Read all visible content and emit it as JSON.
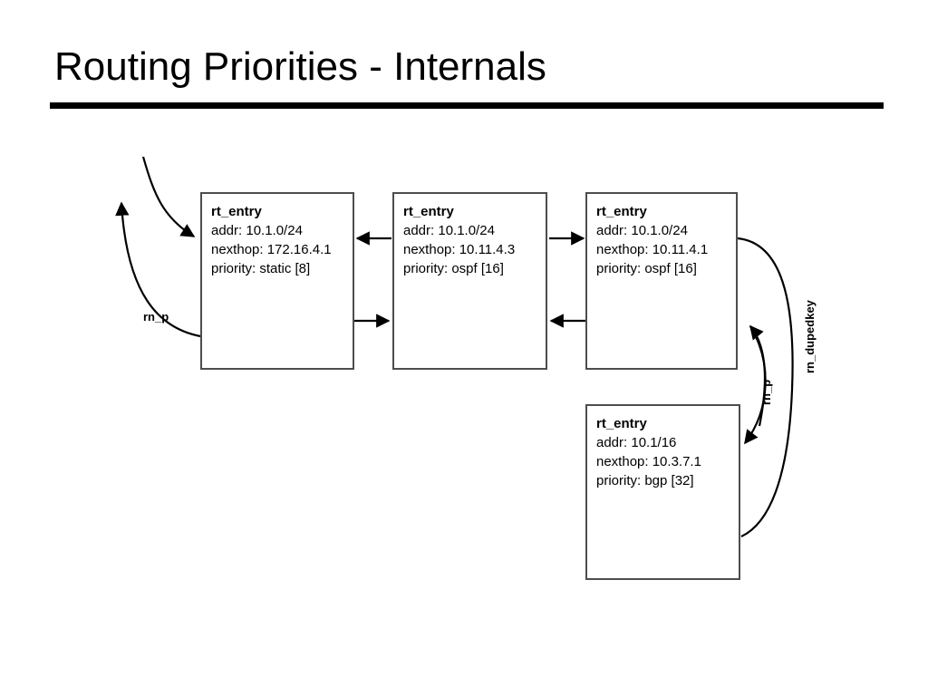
{
  "slide": {
    "title": "Routing Priorities - Internals"
  },
  "diagram": {
    "nodes": [
      {
        "id": "entry-static",
        "title": "rt_entry",
        "addr": "addr: 10.1.0/24",
        "nexthop": "nexthop: 172.16.4.1",
        "priority": "priority: static [8]"
      },
      {
        "id": "entry-ospf-1",
        "title": "rt_entry",
        "addr": "addr: 10.1.0/24",
        "nexthop": "nexthop: 10.11.4.3",
        "priority": "priority: ospf [16]"
      },
      {
        "id": "entry-ospf-2",
        "title": "rt_entry",
        "addr": "addr: 10.1.0/24",
        "nexthop": "nexthop: 10.11.4.1",
        "priority": "priority: ospf [16]"
      },
      {
        "id": "entry-bgp",
        "title": "rt_entry",
        "addr": "addr: 10.1/16",
        "nexthop": "nexthop: 10.3.7.1",
        "priority": "priority: bgp [32]"
      }
    ],
    "labels": {
      "rn_p_left": "rn_p",
      "rn_p_right": "rn_p",
      "rn_dupedkey": "rn_dupedkey"
    },
    "colors": {
      "stroke": "#000000",
      "box_border": "#4d4d4d",
      "background": "#ffffff"
    }
  }
}
